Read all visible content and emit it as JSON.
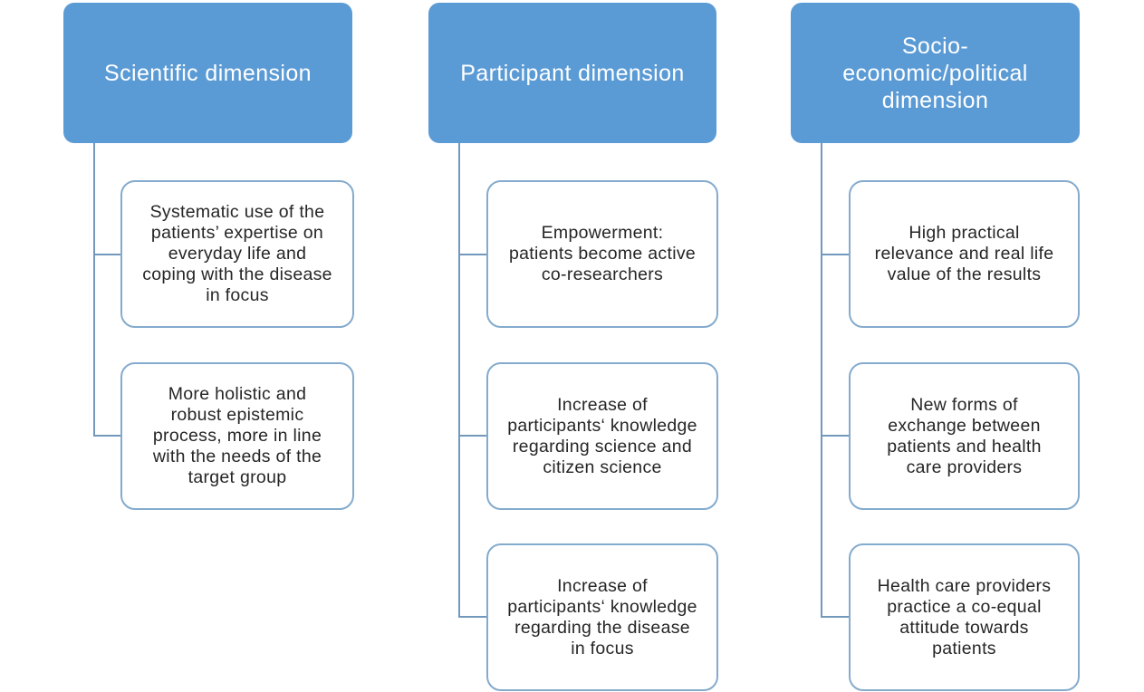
{
  "diagram": {
    "type": "hierarchy-list",
    "columns": [
      {
        "header": "Scientific dimension",
        "items": [
          "Systematic use of the\npatients’ expertise on\neveryday life and\ncoping with the disease\nin focus",
          "More holistic and\nrobust epistemic\nprocess, more in line\nwith the needs of the\ntarget group"
        ]
      },
      {
        "header": "Participant dimension",
        "items": [
          "Empowerment:\npatients become active\nco-researchers",
          "Increase of\nparticipants‘ knowledge\nregarding science and\ncitizen science",
          "Increase of\nparticipants‘ knowledge\nregarding the disease\nin focus"
        ]
      },
      {
        "header": "Socio-\neconomic/political\ndimension",
        "items": [
          "High practical\nrelevance and real life\nvalue of the results",
          "New forms of\nexchange between\npatients and health\ncare providers",
          "Health care providers\npractice a co-equal\nattitude towards\npatients"
        ]
      }
    ],
    "colors": {
      "header_fill": "#5b9bd5",
      "header_text": "#ffffff",
      "child_border": "#84abcd",
      "connector": "#7298bc",
      "child_text": "#262626",
      "background": "#ffffff"
    }
  }
}
